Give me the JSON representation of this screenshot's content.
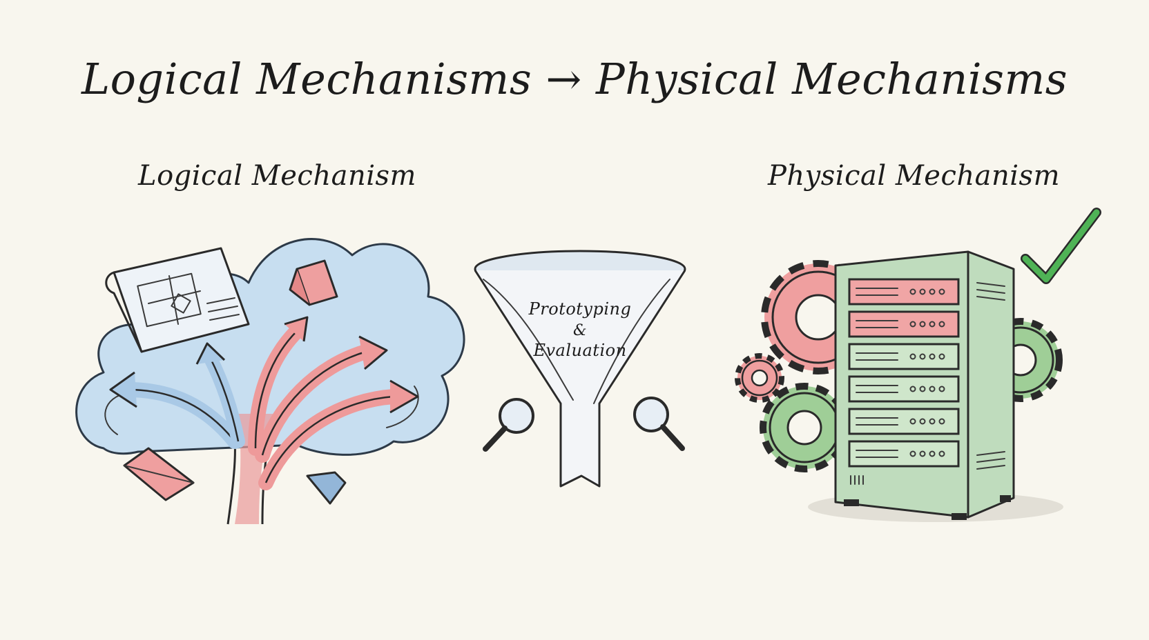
{
  "title": "Logical Mechanisms → Physical Mechanisms",
  "left_label": "Logical Mechanism",
  "right_label": "Physical Mechanism",
  "funnel": {
    "line1": "Prototyping",
    "line2": "&",
    "line3": "Evaluation"
  },
  "colors": {
    "background": "#f8f6ee",
    "cloud_blue": "#bcd8ee",
    "arrow_red": "#ee9a9a",
    "arrow_blue": "#a9c9e6",
    "server_green": "#bfdcbd",
    "gear_red": "#ef9f9f",
    "gear_green": "#9fce97",
    "check_green": "#3fa846"
  },
  "icons": [
    "cloud-icon",
    "blueprint-icon",
    "cube-icon",
    "funnel-icon",
    "magnifier-icon",
    "server-rack-icon",
    "gear-icon",
    "check-icon"
  ]
}
